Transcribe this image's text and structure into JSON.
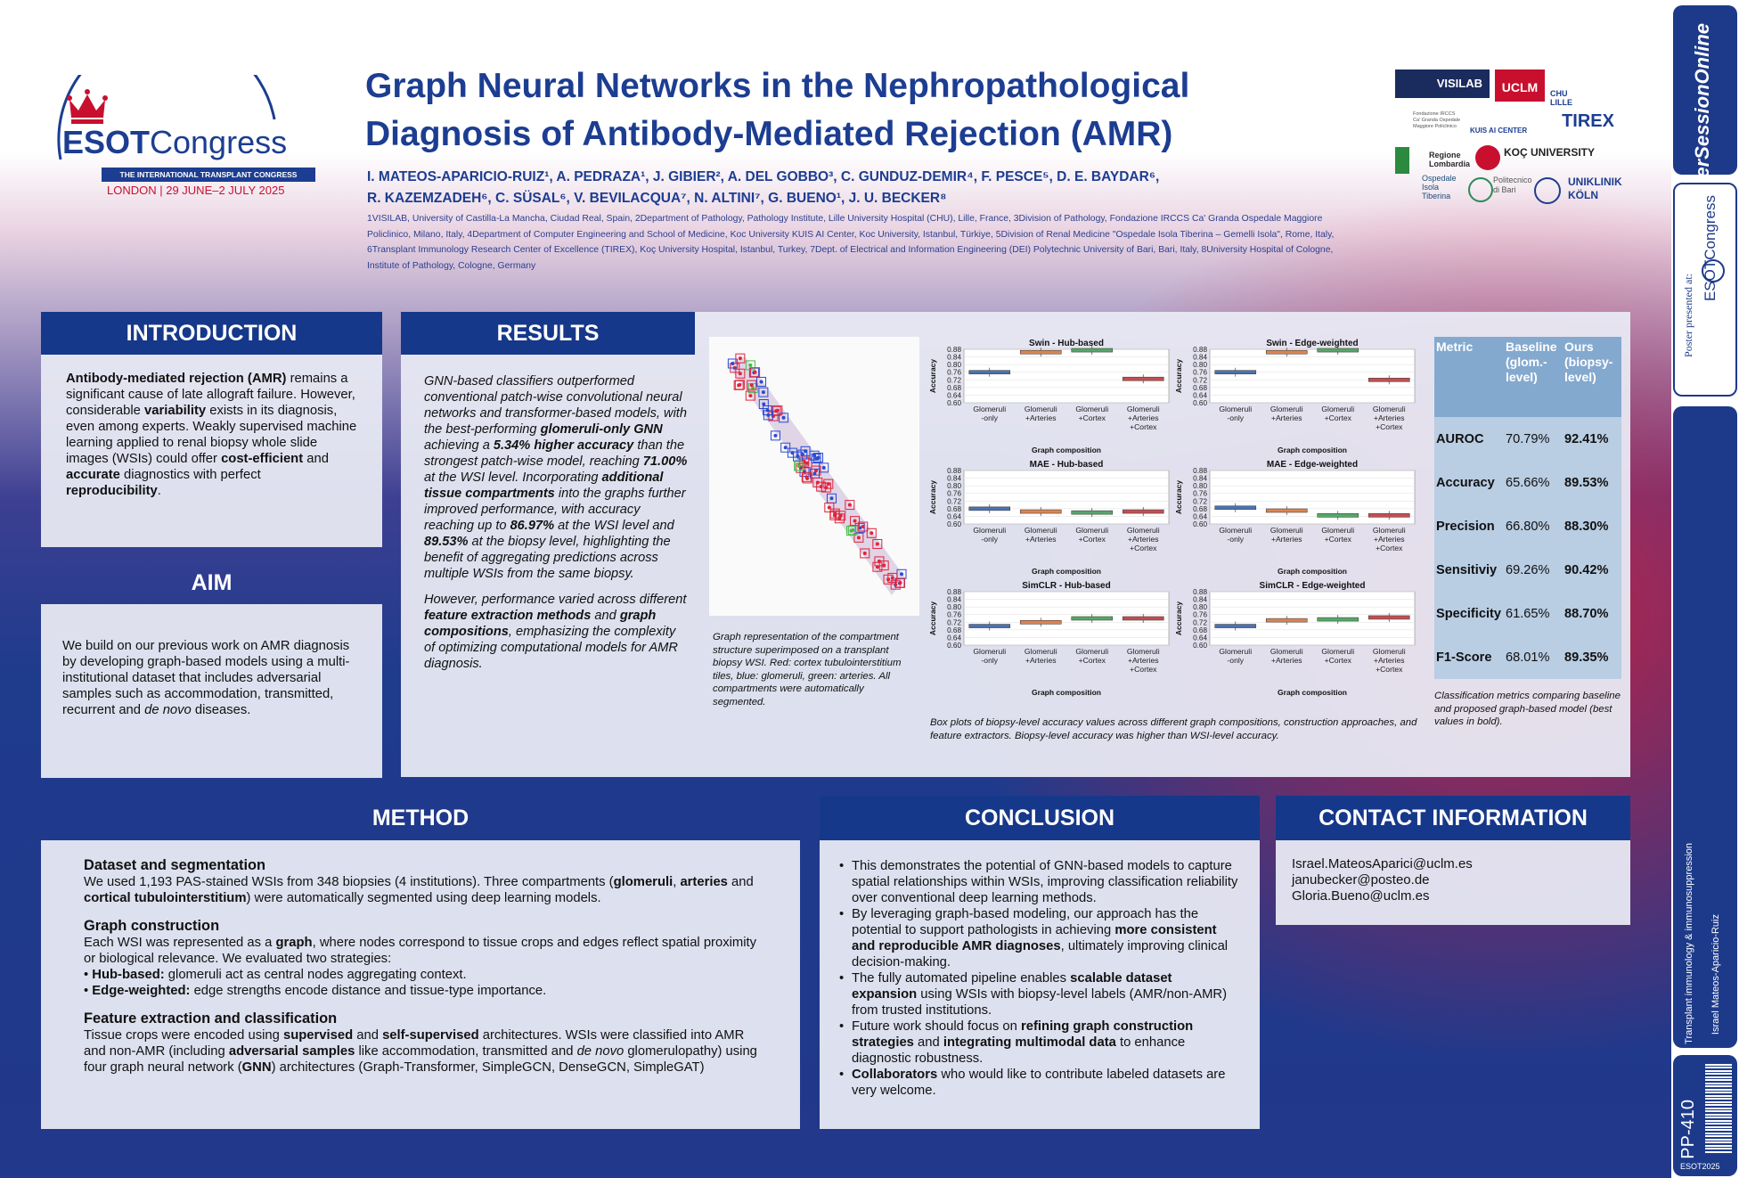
{
  "header": {
    "logo": {
      "word1": "ESOT",
      "word2": "Congress",
      "banner": "THE INTERNATIONAL TRANSPLANT CONGRESS",
      "dates": "LONDON | 29 JUNE–2 JULY 2025"
    },
    "title_line1": "Graph Neural Networks in the Nephropathological",
    "title_line2": "Diagnosis of Antibody-Mediated Rejection (AMR)",
    "authors_line1": "I. MATEOS-APARICIO-RUIZ¹, A. PEDRAZA¹, J. GIBIER², A. DEL GOBBO³, C. GUNDUZ-DEMIR⁴, F. PESCE⁵, D. E. BAYDAR⁶,",
    "authors_line2": "R. KAZEMZADEH⁶, C. SÜSAL⁶, V. BEVILACQUA⁷, N. ALTINI⁷, G. BUENO¹, J. U. BECKER⁸",
    "affiliations": "1VISILAB, University of Castilla-La Mancha, Ciudad Real, Spain, 2Department of Pathology, Pathology Institute, Lille University Hospital (CHU), Lille, France, 3Division of Pathology, Fondazione IRCCS Ca' Granda Ospedale Maggiore Policlinico, Milano, Italy, 4Department of Computer Engineering and School of Medicine, Koc University KUIS AI Center, Koc University, Istanbul, Türkiye, 5Division of Renal Medicine \"Ospedale Isola Tiberina – Gemelli Isola\", Rome, Italy, 6Transplant Immunology Research Center of Excellence (TIREX), Koç University Hospital, Istanbul, Turkey, 7Dept. of Electrical and Information Engineering (DEI) Polytechnic University of Bari, Bari, Italy, 8University Hospital of Cologne, Institute of Pathology, Cologne, Germany",
    "partners": [
      "VISILAB",
      "UCLM",
      "CHU LILLE",
      "Fondazione IRCCS Ca' Granda Ospedale Maggiore Policlinico",
      "KUIS AI CENTER",
      "TIREX",
      "Regione Lombardia",
      "KOÇ UNIVERSITY",
      "Ospedale Isola Tiberina",
      "Politecnico di Bari",
      "UNIKLINIK KÖLN"
    ]
  },
  "introduction": {
    "heading": "INTRODUCTION",
    "p1_b1": "Antibody-mediated rejection (AMR)",
    "p1_t1": " remains a significant cause of late allograft failure. However, considerable ",
    "p1_b2": "variability",
    "p1_t2": " exists in its diagnosis, even among experts. Weakly supervised machine learning applied to renal biopsy whole slide images (WSIs) could offer ",
    "p1_b3": "cost-efficient",
    "p1_t3": " and ",
    "p1_b4": "accurate",
    "p1_t4": " diagnostics with perfect ",
    "p1_b5": "reproducibility",
    "p1_t5": "."
  },
  "aim": {
    "heading": "AIM",
    "t1": "We build on our previous work on AMR diagnosis by developing graph-based models using a multi-institutional dataset that includes adversarial samples such as accommodation, transmitted, recurrent and ",
    "i1": "de novo",
    "t2": " diseases."
  },
  "results": {
    "heading": "RESULTS",
    "p1_a": "GNN-based classifiers outperformed conventional patch-wise convolutional neural networks and transformer-based models, with the best-performing ",
    "p1_b": "glomeruli-only GNN",
    "p1_c": " achieving a ",
    "p1_d": "5.34% higher accuracy",
    "p1_e": " than the strongest patch-wise model, reaching ",
    "p1_f": "71.00%",
    "p1_g": " at the WSI level. Incorporating ",
    "p1_h": "additional tissue compartments",
    "p1_i": " into the graphs further improved performance, with accuracy reaching up to ",
    "p1_j": "86.97%",
    "p1_k": " at the WSI level and ",
    "p1_l": "89.53%",
    "p1_m": " at the biopsy level, highlighting the benefit of aggregating predictions across multiple WSIs from the same biopsy.",
    "p2_a": "However, performance varied across different ",
    "p2_b": "feature extraction methods",
    "p2_c": " and ",
    "p2_d": "graph compositions",
    "p2_e": ", emphasizing the complexity of optimizing computational models for AMR diagnosis.",
    "wsi_caption": "Graph representation of the compartment structure superimposed on a transplant biopsy WSI. Red: cortex tubulointerstitium tiles, blue: glomeruli, green: arteries. All compartments were automatically segmented.",
    "boxplot_caption": "Box plots of biopsy-level accuracy values across different graph compositions, construction approaches, and feature extractors. Biopsy-level accuracy was higher than WSI-level accuracy.",
    "table_caption": "Classification metrics comparing baseline and proposed graph-based model (best values in bold).",
    "table": {
      "headers": [
        "Metric",
        "Baseline (glom.-level)",
        "Ours (biopsy-level)"
      ],
      "rows": [
        [
          "AUROC",
          "70.79%",
          "92.41%"
        ],
        [
          "Accuracy",
          "65.66%",
          "89.53%"
        ],
        [
          "Precision",
          "66.80%",
          "88.30%"
        ],
        [
          "Sensitiviy",
          "69.26%",
          "90.42%"
        ],
        [
          "Specificity",
          "61.65%",
          "88.70%"
        ],
        [
          "F1-Score",
          "68.01%",
          "89.35%"
        ]
      ]
    }
  },
  "chart_data": [
    {
      "type": "box",
      "title": "Swin - Hub-based",
      "xlabel": "Graph composition",
      "ylabel": "Accuracy",
      "ylim": [
        0.6,
        0.88
      ],
      "yticks": [
        0.6,
        0.64,
        0.68,
        0.72,
        0.76,
        0.8,
        0.84,
        0.88
      ],
      "categories": [
        "Glomeruli -only",
        "Glomeruli +Arteries",
        "Glomeruli +Cortex",
        "Glomeruli +Arteries +Cortex"
      ],
      "values": [
        0.76,
        0.865,
        0.875,
        0.725
      ],
      "colors": [
        "#4c72b0",
        "#dd8452",
        "#55a868",
        "#c44e52"
      ]
    },
    {
      "type": "box",
      "title": "Swin - Edge-weighted",
      "xlabel": "Graph composition",
      "ylabel": "Accuracy",
      "ylim": [
        0.6,
        0.88
      ],
      "yticks": [
        0.6,
        0.64,
        0.68,
        0.72,
        0.76,
        0.8,
        0.84,
        0.88
      ],
      "categories": [
        "Glomeruli -only",
        "Glomeruli +Arteries",
        "Glomeruli +Cortex",
        "Glomeruli +Arteries +Cortex"
      ],
      "values": [
        0.76,
        0.865,
        0.875,
        0.72
      ],
      "colors": [
        "#4c72b0",
        "#dd8452",
        "#55a868",
        "#c44e52"
      ]
    },
    {
      "type": "box",
      "title": "MAE - Hub-based",
      "xlabel": "Graph composition",
      "ylabel": "Accuracy",
      "ylim": [
        0.6,
        0.88
      ],
      "yticks": [
        0.6,
        0.64,
        0.68,
        0.72,
        0.76,
        0.8,
        0.84,
        0.88
      ],
      "categories": [
        "Glomeruli -only",
        "Glomeruli +Arteries",
        "Glomeruli +Cortex",
        "Glomeruli +Arteries +Cortex"
      ],
      "values": [
        0.68,
        0.665,
        0.66,
        0.665
      ],
      "colors": [
        "#4c72b0",
        "#dd8452",
        "#55a868",
        "#c44e52"
      ]
    },
    {
      "type": "box",
      "title": "MAE - Edge-weighted",
      "xlabel": "Graph composition",
      "ylabel": "Accuracy",
      "ylim": [
        0.6,
        0.88
      ],
      "yticks": [
        0.6,
        0.64,
        0.68,
        0.72,
        0.76,
        0.8,
        0.84,
        0.88
      ],
      "categories": [
        "Glomeruli -only",
        "Glomeruli +Arteries",
        "Glomeruli +Cortex",
        "Glomeruli +Arteries +Cortex"
      ],
      "values": [
        0.685,
        0.67,
        0.645,
        0.645
      ],
      "colors": [
        "#4c72b0",
        "#dd8452",
        "#55a868",
        "#c44e52"
      ]
    },
    {
      "type": "box",
      "title": "SimCLR - Hub-based",
      "xlabel": "Graph composition",
      "ylabel": "Accuracy",
      "ylim": [
        0.6,
        0.88
      ],
      "yticks": [
        0.6,
        0.64,
        0.68,
        0.72,
        0.76,
        0.8,
        0.84,
        0.88
      ],
      "categories": [
        "Glomeruli -only",
        "Glomeruli +Arteries",
        "Glomeruli +Cortex",
        "Glomeruli +Arteries +Cortex"
      ],
      "values": [
        0.7,
        0.72,
        0.74,
        0.74
      ],
      "colors": [
        "#4c72b0",
        "#dd8452",
        "#55a868",
        "#c44e52"
      ]
    },
    {
      "type": "box",
      "title": "SimCLR - Edge-weighted",
      "xlabel": "Graph composition",
      "ylabel": "Accuracy",
      "ylim": [
        0.6,
        0.88
      ],
      "yticks": [
        0.6,
        0.64,
        0.68,
        0.72,
        0.76,
        0.8,
        0.84,
        0.88
      ],
      "categories": [
        "Glomeruli -only",
        "Glomeruli +Arteries",
        "Glomeruli +Cortex",
        "Glomeruli +Arteries +Cortex"
      ],
      "values": [
        0.7,
        0.73,
        0.735,
        0.745
      ],
      "colors": [
        "#4c72b0",
        "#dd8452",
        "#55a868",
        "#c44e52"
      ]
    }
  ],
  "method": {
    "heading": "METHOD",
    "s1_title": "Dataset and segmentation",
    "s1_a": "We used 1,193 PAS-stained WSIs from 348 biopsies (4 institutions). Three compartments (",
    "s1_b": "glomeruli",
    "s1_c": ", ",
    "s1_d": "arteries",
    "s1_e": " and ",
    "s1_f": "cortical tubulointerstitium",
    "s1_g": ") were automatically segmented using deep learning models.",
    "s2_title": "Graph construction",
    "s2_a": "Each WSI was represented as a ",
    "s2_b": "graph",
    "s2_c": ", where nodes correspond to tissue crops and edges reflect spatial proximity or biological relevance. We evaluated two strategies:",
    "s2_li1_b": "Hub-based:",
    "s2_li1_t": " glomeruli act as central nodes aggregating context.",
    "s2_li2_b": "Edge-weighted:",
    "s2_li2_t": " edge strengths encode distance and tissue-type importance.",
    "s3_title": "Feature extraction and classification",
    "s3_a": "Tissue crops were encoded using ",
    "s3_b": "supervised",
    "s3_c": " and ",
    "s3_d": "self-supervised",
    "s3_e": " architectures. WSIs were classified into AMR and non-AMR (including ",
    "s3_f": "adversarial samples",
    "s3_g": " like accommodation, transmitted and ",
    "s3_h": "de novo",
    "s3_i": " glomerulopathy) using four graph neural network (",
    "s3_j": "GNN",
    "s3_k": ") architectures (Graph-Transformer, SimpleGCN, DenseGCN, SimpleGAT)"
  },
  "conclusion": {
    "heading": "CONCLUSION",
    "li1": "This demonstrates the potential of GNN-based models to capture spatial relationships within WSIs, improving classification reliability over conventional deep learning methods.",
    "li2_a": "By leveraging graph-based modeling, our approach has the potential to support pathologists in achieving ",
    "li2_b": "more consistent and reproducible AMR diagnoses",
    "li2_c": ", ultimately improving clinical decision-making.",
    "li3_a": "The fully automated pipeline enables ",
    "li3_b": "scalable dataset expansion",
    "li3_c": " using WSIs with biopsy-level labels (AMR/non-AMR) from trusted institutions.",
    "li4_a": "Future work should focus on ",
    "li4_b": "refining graph construction strategies",
    "li4_c": " and ",
    "li4_d": "integrating multimodal data",
    "li4_e": " to enhance diagnostic robustness.",
    "li5_b": "Collaborators",
    "li5_t": " who would like to contribute labeled datasets are very welcome."
  },
  "contact": {
    "heading": "CONTACT INFORMATION",
    "emails": [
      "Israel.MateosAparici@uclm.es",
      "janubecker@posteo.de",
      "Gloria.Bueno@uclm.es"
    ]
  },
  "sidebar": {
    "brand": "PosterSessionOnline",
    "presented_at": "Poster presented at:",
    "congress": "ESOTCongress",
    "topic": "Transplant immunology & immunosuppression",
    "author": "Israel Mateos-Aparicio-Ruiz",
    "poster_id": "PP-410",
    "event": "ESOT2025"
  },
  "colors": {
    "navy": "#16388a",
    "accent_red": "#c8102e",
    "table_header": "#84a9cf",
    "table_body": "#b9cde3"
  }
}
